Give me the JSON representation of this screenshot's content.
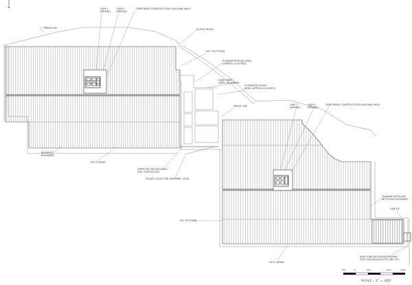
{
  "sheet": {
    "scale_text": "SCALE - 1\" = 400'",
    "scale_ticks": [
      "800",
      "0",
      "400",
      "1200",
      "1600"
    ]
  },
  "labels": {
    "fenceline": "FENCELINE",
    "west_pcs_1": "O&M 1\nPARKING",
    "west_pcs_2": "O&M 2\nPARKING",
    "temp_laydown_west": "TEMPORARY CONSTRUCTION LAYDOWN AREA",
    "access_road": "ACCESS ROAD",
    "ext_road": "EXT. EXIT ROAD",
    "west_road_note": "ELIMINATED/ROAD AREA\n(APPROX 10 ACRES)",
    "land_swap": "LAND SWAP\n(AREA 38 ACRES)",
    "eliminated_road": "ELIMINATED ROAD\nAREA (APPROX 10 ACRES)",
    "fence_line_mid": "FENCE LINE",
    "east_pcs_1": "O&M 3\nPARKING",
    "east_pcs_2": "O&M 4\nPARKING",
    "temp_laydown_east": "TEMPORARY CONSTRUCTION LAYDOWN AREA",
    "property_boundary": "PROPERTY\nBOUNDARY",
    "subarray_west": "EXT-1 ARRAY",
    "unprotected_bldg": "UNPROTECTED BUILDING\n(INV. SUBSTATION)",
    "solar_collector": "SOLAR COLLECTOR ASSEMBLY (SCA)",
    "transmission_line": "TRANSMISSION LINE\nWITH ROW EASEMENT",
    "gen_tie": "GEN-TIE",
    "mv_line": "EXT MV ROAD",
    "new_substation": "NEW SUBSTATION/SWITCHYARD\nFOR CONTINUATION OF LINE EXT.",
    "subarray_east": "EXT-2 ARRAY"
  }
}
